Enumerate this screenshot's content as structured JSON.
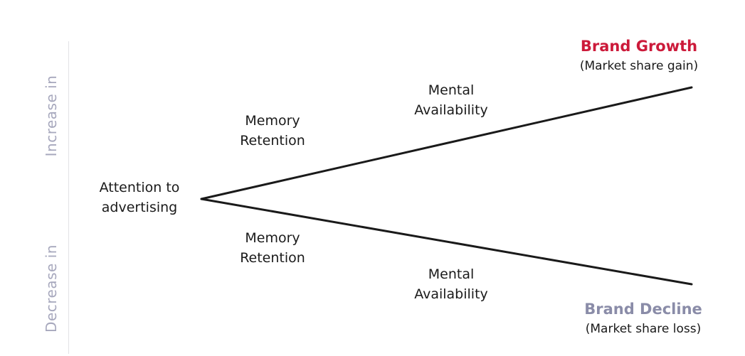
{
  "axis": {
    "top_label": "Increase in",
    "bottom_label": "Decrease in"
  },
  "origin": {
    "line1": "Attention to",
    "line2": "advertising"
  },
  "upper_branch": {
    "stage1": {
      "line1": "Memory",
      "line2": "Retention"
    },
    "stage2": {
      "line1": "Mental",
      "line2": "Availability"
    },
    "outcome": {
      "title": "Brand Growth",
      "subtitle": "(Market share gain)"
    }
  },
  "lower_branch": {
    "stage1": {
      "line1": "Memory",
      "line2": "Retention"
    },
    "stage2": {
      "line1": "Mental",
      "line2": "Availability"
    },
    "outcome": {
      "title": "Brand Decline",
      "subtitle": "(Market share loss)"
    }
  },
  "colors": {
    "growth": "#cc1a3a",
    "decline": "#8a8ca8",
    "axis_text": "#a7a8bd",
    "line": "#1a1a1a"
  }
}
